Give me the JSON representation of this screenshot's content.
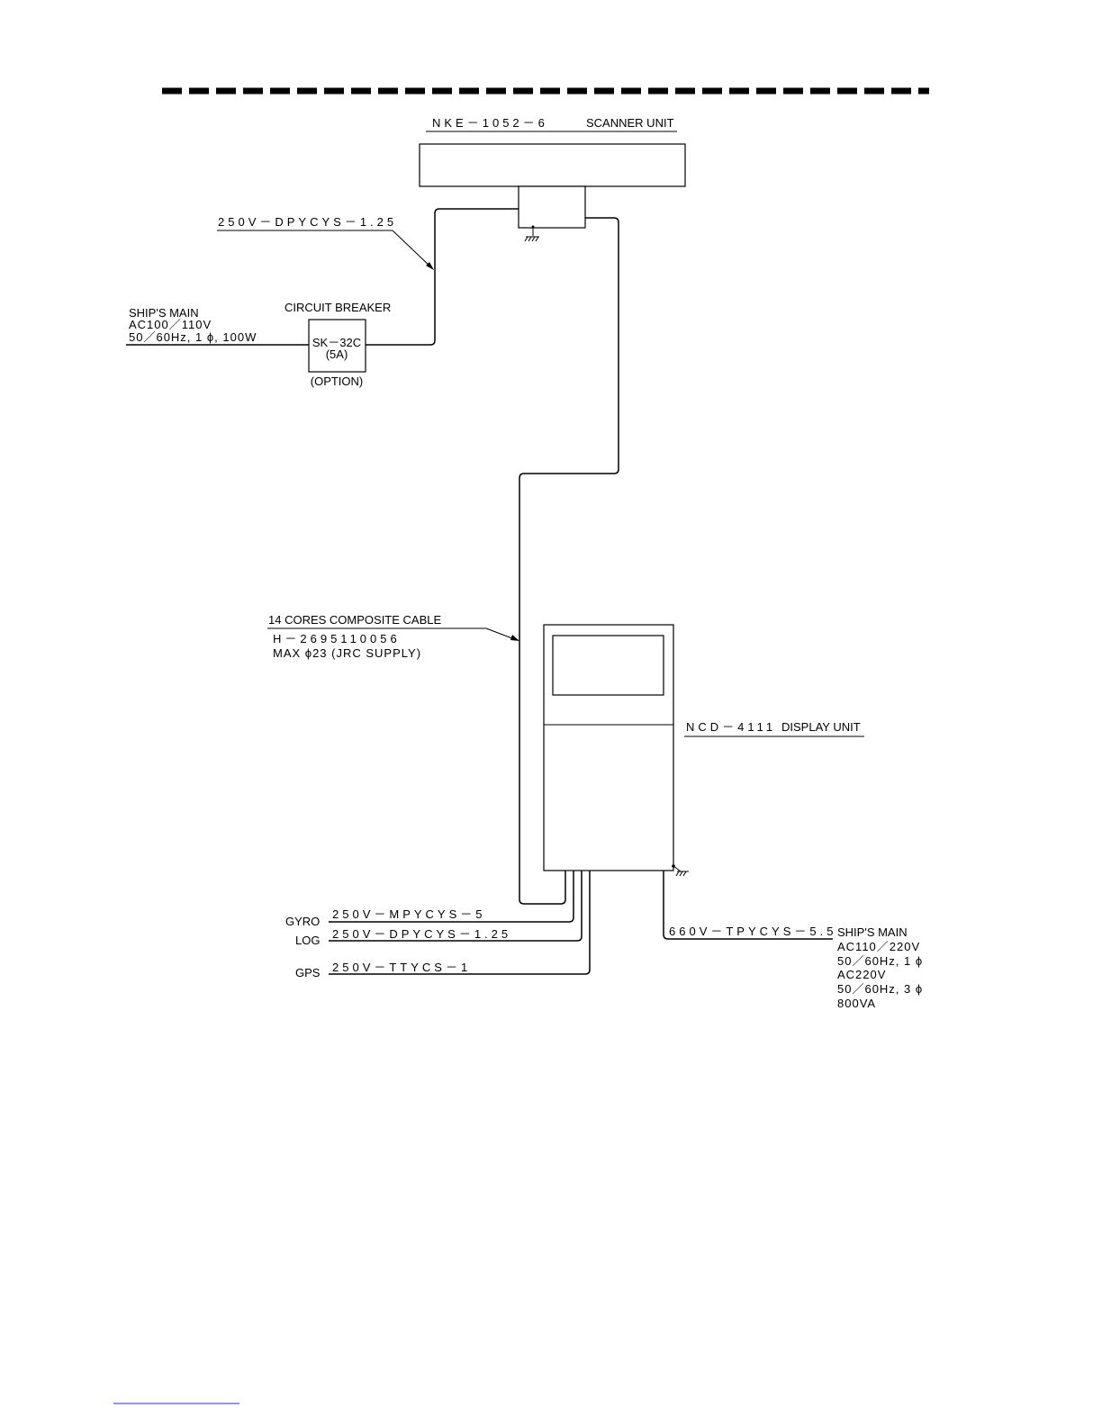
{
  "scanner": {
    "model": "NKE－1052－6",
    "label": "SCANNER UNIT"
  },
  "display": {
    "model": "NCD－4111",
    "label": "DISPLAY UNIT"
  },
  "breaker": {
    "title": "CIRCUIT BREAKER",
    "model": "SK－32C",
    "rating": "(5A)",
    "option": "(OPTION)"
  },
  "ship_main_1": {
    "line1": "SHIP'S MAIN",
    "line2": "AC100／110V",
    "line3": "50／60Hz, 1 ϕ, 100W"
  },
  "ship_main_2": {
    "line1": "SHIP'S MAIN",
    "line2": "AC110／220V",
    "line3": "50／60Hz, 1 ϕ",
    "line4": "AC220V",
    "line5": "50／60Hz, 3 ϕ",
    "line6": "800VA"
  },
  "cables": {
    "power_scanner": "250V－DPYCYS－1.25",
    "composite_title": "14 CORES COMPOSITE CABLE",
    "composite_part": "H－2695110056",
    "composite_max": "MAX  ϕ23  (JRC SUPPLY)",
    "gyro_cable": "250V－MPYCYS－5",
    "log_cable": "250V－DPYCYS－1.25",
    "gps_cable": "250V－TTYCS－1",
    "power_display": "660V－TPYCYS－5.5"
  },
  "inputs": {
    "gyro": "GYRO",
    "log": "LOG",
    "gps": "GPS"
  }
}
